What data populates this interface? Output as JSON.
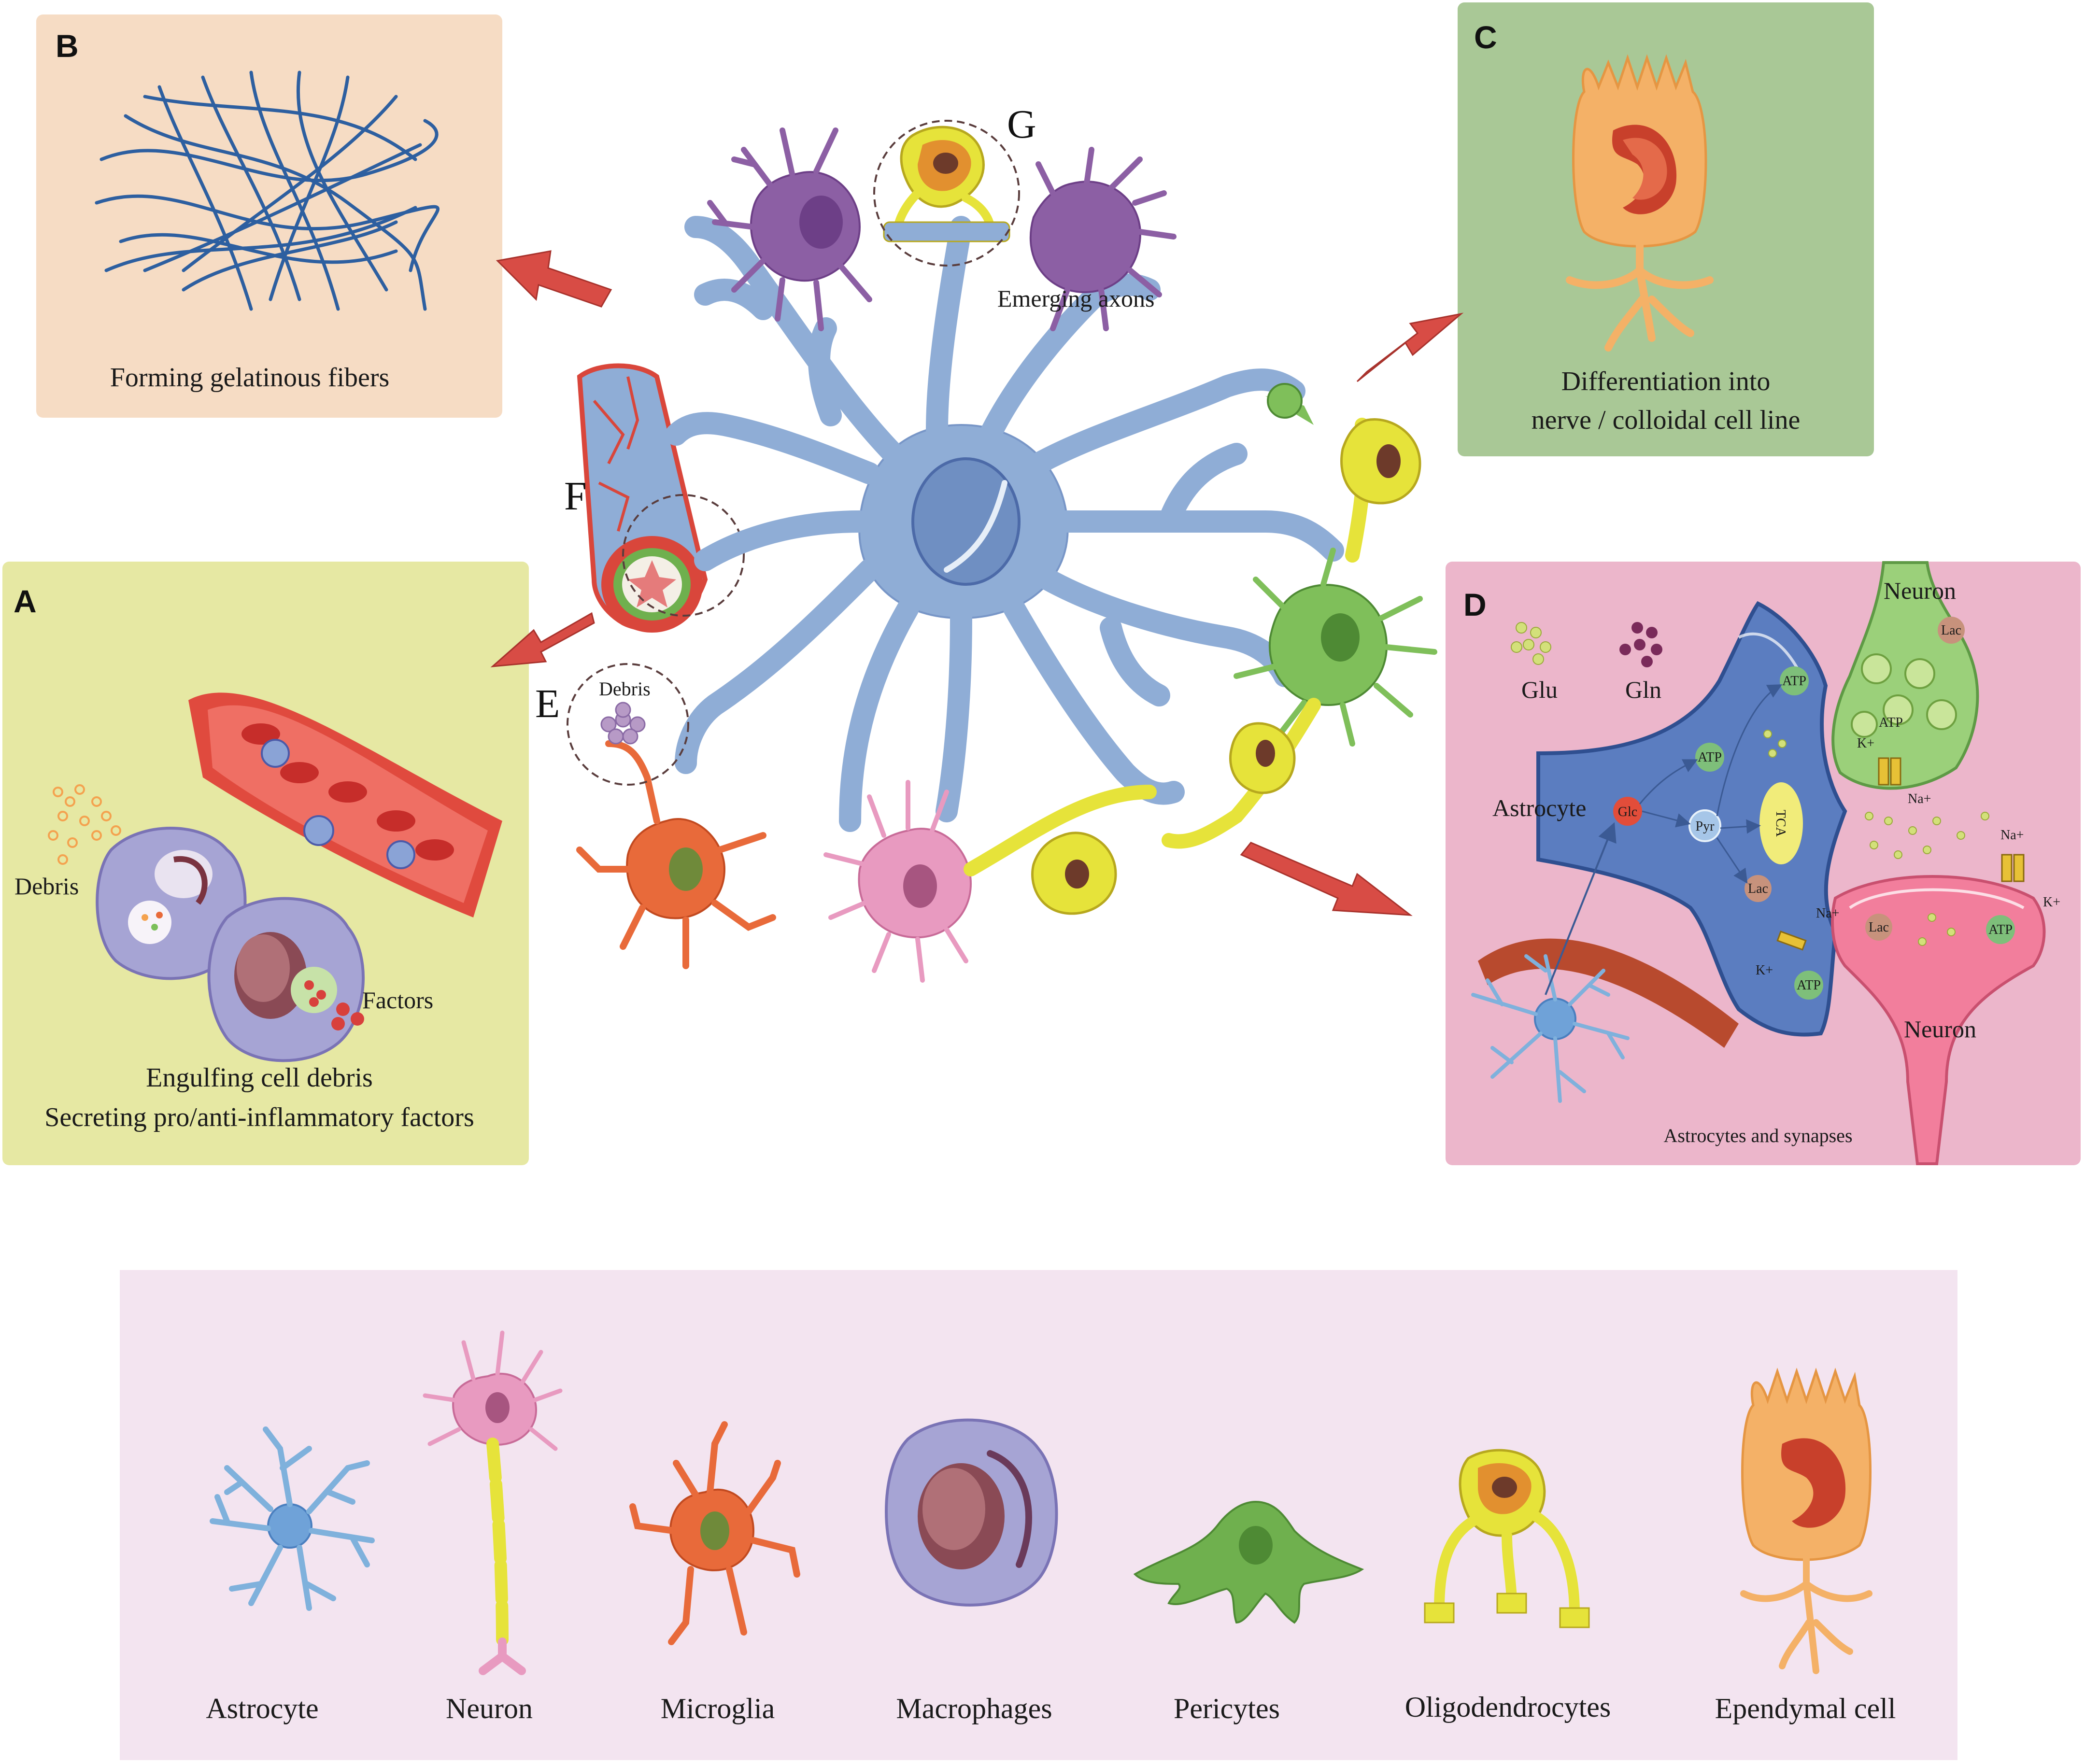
{
  "panels": {
    "a": {
      "letter": "A",
      "debris": "Debris",
      "factors": "Factors",
      "caption1": "Engulfing cell debris",
      "caption2": "Secreting pro/anti-inflammatory factors",
      "color": "#e6e8a3"
    },
    "b": {
      "letter": "B",
      "caption": "Forming gelatinous fibers",
      "color": "#f6dcc4"
    },
    "c": {
      "letter": "C",
      "caption1": "Differentiation into",
      "caption2": "nerve / colloidal cell line",
      "color": "#a9c896"
    },
    "d": {
      "letter": "D",
      "color": "#ecb6cb",
      "glu": "Glu",
      "gln": "Gln",
      "astrocyte": "Astrocyte",
      "neuron_top": "Neuron",
      "neuron_bottom": "Neuron",
      "glc": "Glc",
      "pyr": "Pyr",
      "tca": "TCA",
      "atp": "ATP",
      "lac": "Lac",
      "k": "K+",
      "na": "Na+",
      "caption": "Astrocytes and synapses"
    }
  },
  "center": {
    "g": "G",
    "f": "F",
    "e": "E",
    "debris": "Debris",
    "emerging_axons": "Emerging axons",
    "astrocyte_color": "#8fadd6",
    "vessel_color": "#d9463b"
  },
  "legend": {
    "color": "#f3e4f0",
    "items": [
      {
        "label": "Astrocyte",
        "color": "#7fb1dc"
      },
      {
        "label": "Neuron",
        "color": "#e89ac0"
      },
      {
        "label": "Microglia",
        "color": "#e86a3a"
      },
      {
        "label": "Macrophages",
        "color": "#a6a4d4"
      },
      {
        "label": "Pericytes",
        "color": "#6fb04e"
      },
      {
        "label": "Oligodendrocytes",
        "color": "#e6e33a"
      },
      {
        "label": "Ependymal cell",
        "color": "#f4b167"
      }
    ]
  }
}
